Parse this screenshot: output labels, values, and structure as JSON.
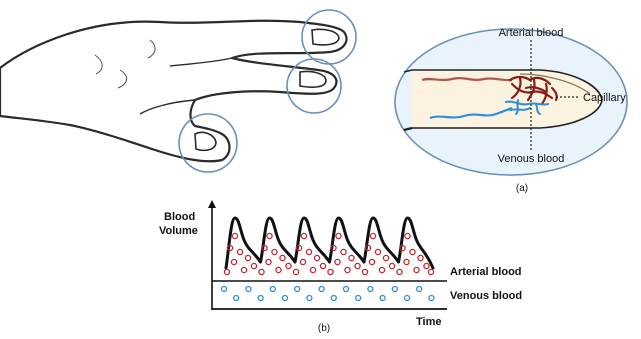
{
  "panel_a": {
    "label_arterial": "Arterial blood",
    "label_venous": "Venous blood",
    "label_capillary": "Capillary",
    "caption": "(a)"
  },
  "panel_b": {
    "ylabel_line1": "Blood",
    "ylabel_line2": "Volume",
    "xlabel": "Time",
    "label_arterial": "Arterial blood",
    "label_venous": "Venous blood",
    "caption": "(b)"
  },
  "colors": {
    "arterial": "#c0282d",
    "arterial_dark": "#8b1a1a",
    "venous": "#2f8fd8",
    "circle_stroke": "#6a8fb8",
    "ellipse_fill": "#e8f3fb"
  },
  "chart_data": {
    "type": "line",
    "title": "",
    "xlabel": "Time",
    "ylabel": "Blood Volume",
    "series": [],
    "pulse_count": 6,
    "grid": false
  }
}
